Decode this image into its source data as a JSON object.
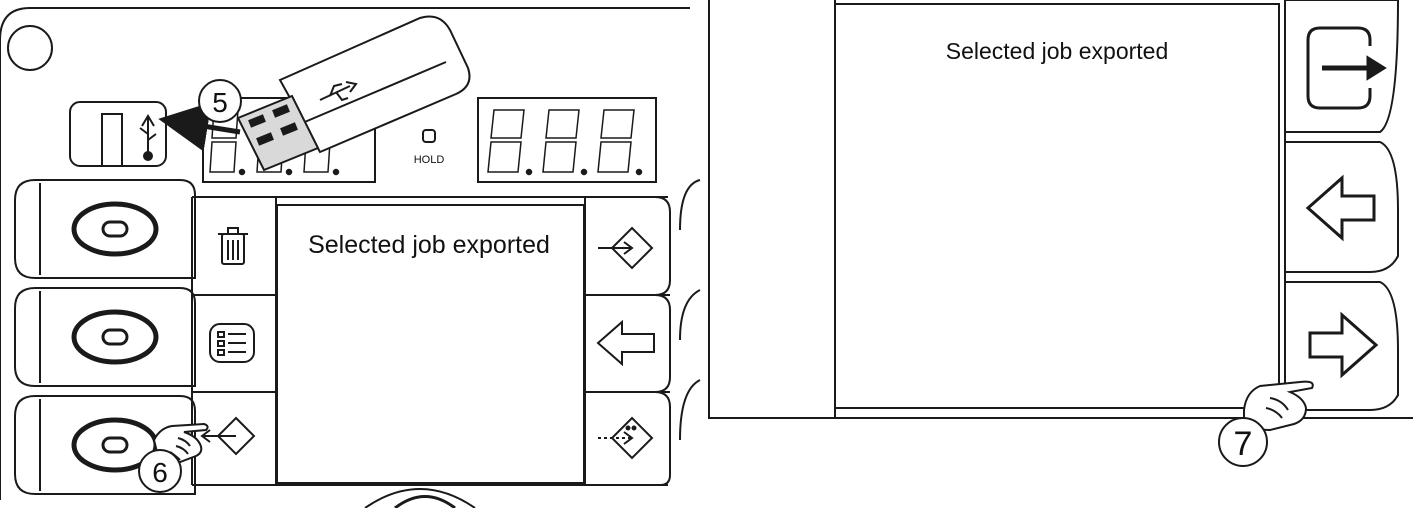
{
  "left_panel": {
    "screen_message": "Selected job exported",
    "hold_label": "HOLD",
    "callout_insert_usb": "5",
    "callout_press_export": "6",
    "left_buttons": [
      {
        "icon": "trash-icon"
      },
      {
        "icon": "checklist-icon"
      },
      {
        "icon": "export-arrow-icon"
      }
    ],
    "right_buttons": [
      {
        "icon": "import-diamond-icon"
      },
      {
        "icon": "arrow-left-icon"
      },
      {
        "icon": "import-diamond-dotted-icon"
      }
    ]
  },
  "right_panel": {
    "screen_message": "Selected job exported",
    "callout_press_next": "7",
    "right_buttons": [
      {
        "icon": "exit-icon"
      },
      {
        "icon": "arrow-left-icon"
      },
      {
        "icon": "arrow-right-icon"
      }
    ]
  },
  "colors": {
    "line": "#1a1a1a",
    "panel_fill": "#ffffff",
    "usb_shade": "#d9d9d9"
  }
}
